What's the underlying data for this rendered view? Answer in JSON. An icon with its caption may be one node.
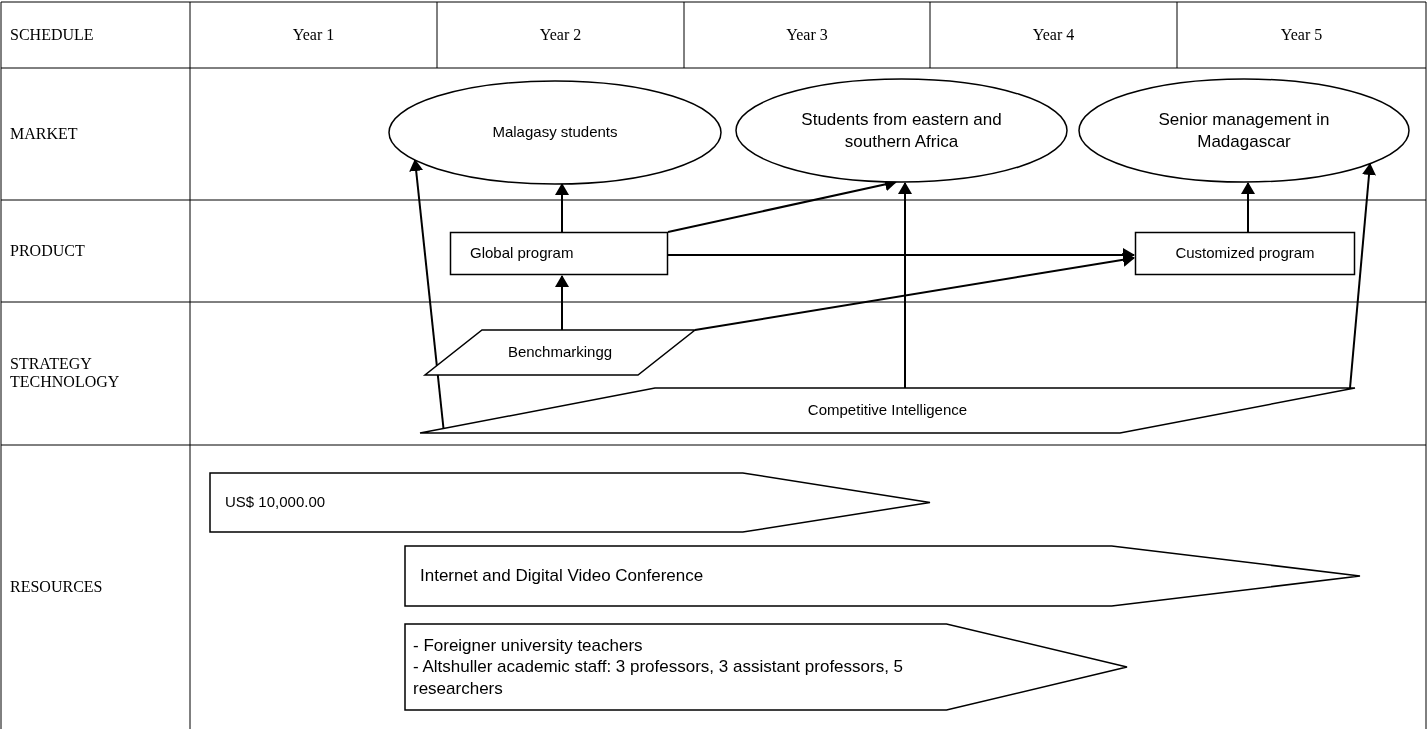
{
  "diagram": {
    "nodes": [
      {
        "text": [
          "Malagasy students"
        ]
      },
      {
        "text": [
          "Students from eastern and southern Africa"
        ]
      },
      {
        "text": [
          "Senior management in Madagascar"
        ]
      },
      {
        "text": [
          "Global program"
        ]
      },
      {
        "text": [
          "Customized program"
        ]
      },
      {
        "text": [
          "Benchmarkingg"
        ]
      },
      {
        "text": [
          "Competitive Intelligence"
        ]
      },
      {
        "text": [
          "US$ 10,000.00"
        ]
      },
      {
        "text": [
          "Internet and Digital Video Conference"
        ]
      },
      {
        "text": [
          "- Foreigner university teachers",
          "- Altshuller academic staff: 3 professors, 3 assistant professors, 5 researchers"
        ]
      }
    ],
    "edges": [
      {
        "from": 6,
        "to": 0,
        "arrow": "to"
      },
      {
        "from": 3,
        "to": 0,
        "arrow": "to"
      },
      {
        "from": 5,
        "to": 3,
        "arrow": "to"
      },
      {
        "from": 3,
        "to": 1,
        "arrow": "to"
      },
      {
        "from": 3,
        "to": 4,
        "arrow": "to"
      },
      {
        "from": 5,
        "to": 4,
        "arrow": "to"
      },
      {
        "from": 6,
        "to": 1,
        "arrow": "to"
      },
      {
        "from": 6,
        "to": 2,
        "arrow": "to"
      },
      {
        "from": 4,
        "to": 2,
        "arrow": "to"
      }
    ],
    "labels": [
      "SCHEDULE",
      "Year 1",
      "Year 2",
      "Year 3",
      "Year 4",
      "Year 5",
      "MARKET",
      "PRODUCT",
      "STRATEGY TECHNOLOGY",
      "RESOURCES"
    ]
  }
}
